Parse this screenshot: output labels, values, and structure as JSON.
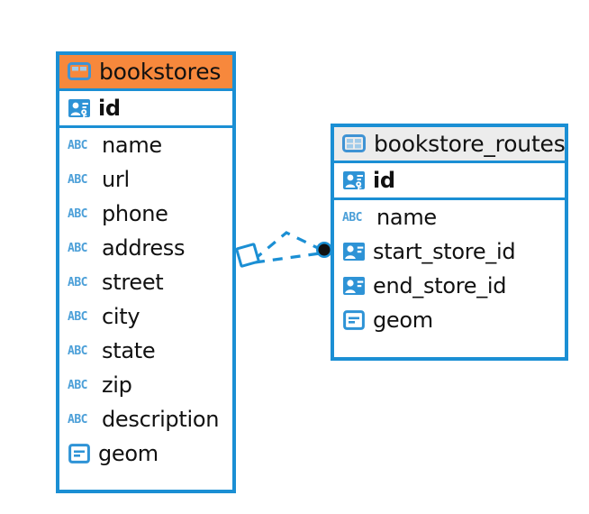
{
  "diagram": {
    "type": "entity-relationship-diagram",
    "background_color": "#ffffff",
    "accent_color": "#1b8fd4",
    "entities": [
      {
        "name": "bookstores",
        "header_color": "#f7883c",
        "header_icon": "table-icon",
        "fields": [
          {
            "label": "id",
            "icon": "primary-key-icon",
            "key": "primary"
          },
          {
            "label": "name",
            "icon": "abc-text-icon",
            "key": "none"
          },
          {
            "label": "url",
            "icon": "abc-text-icon",
            "key": "none"
          },
          {
            "label": "phone",
            "icon": "abc-text-icon",
            "key": "none"
          },
          {
            "label": "address",
            "icon": "abc-text-icon",
            "key": "none"
          },
          {
            "label": "street",
            "icon": "abc-text-icon",
            "key": "none"
          },
          {
            "label": "city",
            "icon": "abc-text-icon",
            "key": "none"
          },
          {
            "label": "state",
            "icon": "abc-text-icon",
            "key": "none"
          },
          {
            "label": "zip",
            "icon": "abc-text-icon",
            "key": "none"
          },
          {
            "label": "description",
            "icon": "abc-text-icon",
            "key": "none"
          },
          {
            "label": "geom",
            "icon": "geometry-icon",
            "key": "none"
          }
        ]
      },
      {
        "name": "bookstore_routes",
        "header_color": "#ececec",
        "header_icon": "table-icon",
        "fields": [
          {
            "label": "id",
            "icon": "primary-key-icon",
            "key": "primary"
          },
          {
            "label": "name",
            "icon": "abc-text-icon",
            "key": "none"
          },
          {
            "label": "start_store_id",
            "icon": "foreign-key-icon",
            "key": "foreign"
          },
          {
            "label": "end_store_id",
            "icon": "foreign-key-icon",
            "key": "foreign"
          },
          {
            "label": "geom",
            "icon": "geometry-icon",
            "key": "none"
          }
        ]
      }
    ],
    "relationship": {
      "from_entity": "bookstores",
      "to_entity": "bookstore_routes",
      "line_style": "dashed",
      "line_color": "#1b8fd4",
      "source_marker": "diamond-marker",
      "target_marker": "filled-circle-marker"
    }
  }
}
